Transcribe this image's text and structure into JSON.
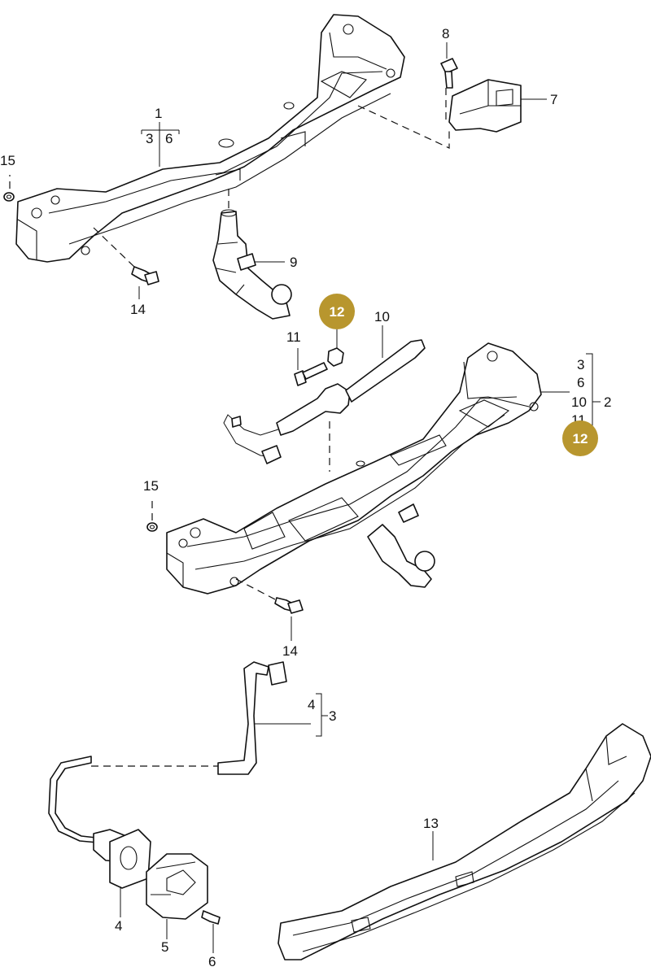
{
  "labels": {
    "l1": "1",
    "l3a": "3",
    "l6a": "6",
    "l15a": "15",
    "l14a": "14",
    "l8": "8",
    "l7": "7",
    "l9": "9",
    "l11": "11",
    "l10": "10",
    "l3b": "3",
    "l6b": "6",
    "l10b": "10",
    "l11b": "11",
    "l2": "2",
    "l15b": "15",
    "l14b": "14",
    "l4a": "4",
    "l3c": "3",
    "l13": "13",
    "l4b": "4",
    "l5": "5",
    "l6c": "6"
  },
  "badges": {
    "b1": "12",
    "b2": "12"
  },
  "colors": {
    "badge": "#b8962e",
    "line": "#111111"
  }
}
